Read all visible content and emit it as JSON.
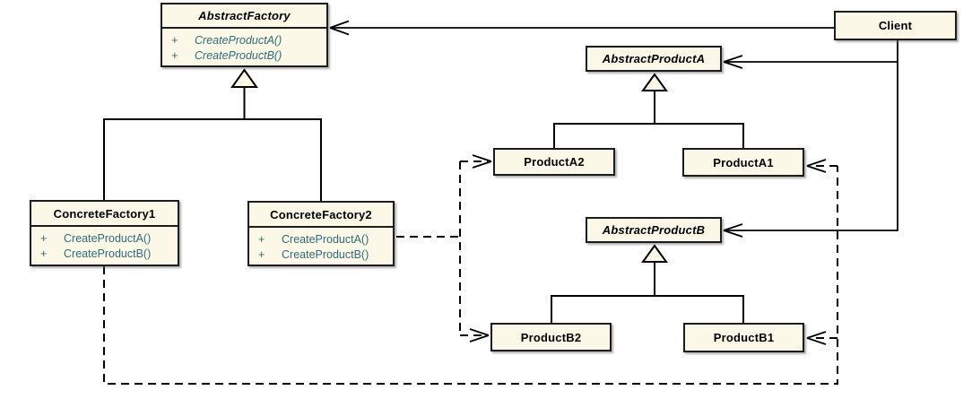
{
  "diagram": {
    "kind": "uml-class-diagram",
    "pattern": "Abstract Factory",
    "colors": {
      "box_fill": "#FCF8E8",
      "box_border": "#1C1C1C",
      "method_text": "#2E6C7A",
      "line": "#000000",
      "background": "#FFFFFF"
    },
    "classes": {
      "abstract_factory": {
        "name": "AbstractFactory",
        "abstract": true,
        "methods": [
          {
            "visibility": "+",
            "signature": "CreateProductA()"
          },
          {
            "visibility": "+",
            "signature": "CreateProductB()"
          }
        ]
      },
      "concrete_factory1": {
        "name": "ConcreteFactory1",
        "abstract": false,
        "methods": [
          {
            "visibility": "+",
            "signature": "CreateProductA()"
          },
          {
            "visibility": "+",
            "signature": "CreateProductB()"
          }
        ]
      },
      "concrete_factory2": {
        "name": "ConcreteFactory2",
        "abstract": false,
        "methods": [
          {
            "visibility": "+",
            "signature": "CreateProductA()"
          },
          {
            "visibility": "+",
            "signature": "CreateProductB()"
          }
        ]
      },
      "client": {
        "name": "Client",
        "abstract": false
      },
      "abstract_product_a": {
        "name": "AbstractProductA",
        "abstract": true
      },
      "product_a2": {
        "name": "ProductA2",
        "abstract": false
      },
      "product_a1": {
        "name": "ProductA1",
        "abstract": false
      },
      "abstract_product_b": {
        "name": "AbstractProductB",
        "abstract": true
      },
      "product_b2": {
        "name": "ProductB2",
        "abstract": false
      },
      "product_b1": {
        "name": "ProductB1",
        "abstract": false
      }
    },
    "relationships": [
      {
        "type": "association-arrow",
        "from": "Client",
        "to": "AbstractFactory"
      },
      {
        "type": "association-arrow",
        "from": "Client",
        "to": "AbstractProductA"
      },
      {
        "type": "association-arrow",
        "from": "Client",
        "to": "AbstractProductB"
      },
      {
        "type": "generalization",
        "from": "ConcreteFactory1",
        "to": "AbstractFactory"
      },
      {
        "type": "generalization",
        "from": "ConcreteFactory2",
        "to": "AbstractFactory"
      },
      {
        "type": "generalization",
        "from": "ProductA2",
        "to": "AbstractProductA"
      },
      {
        "type": "generalization",
        "from": "ProductA1",
        "to": "AbstractProductA"
      },
      {
        "type": "generalization",
        "from": "ProductB2",
        "to": "AbstractProductB"
      },
      {
        "type": "generalization",
        "from": "ProductB1",
        "to": "AbstractProductB"
      },
      {
        "type": "dependency-dashed",
        "from": "ConcreteFactory2",
        "to": "ProductA2"
      },
      {
        "type": "dependency-dashed",
        "from": "ConcreteFactory2",
        "to": "ProductB2"
      },
      {
        "type": "dependency-dashed",
        "from": "ConcreteFactory1",
        "to": "ProductA1"
      },
      {
        "type": "dependency-dashed",
        "from": "ConcreteFactory1",
        "to": "ProductB1"
      }
    ]
  }
}
